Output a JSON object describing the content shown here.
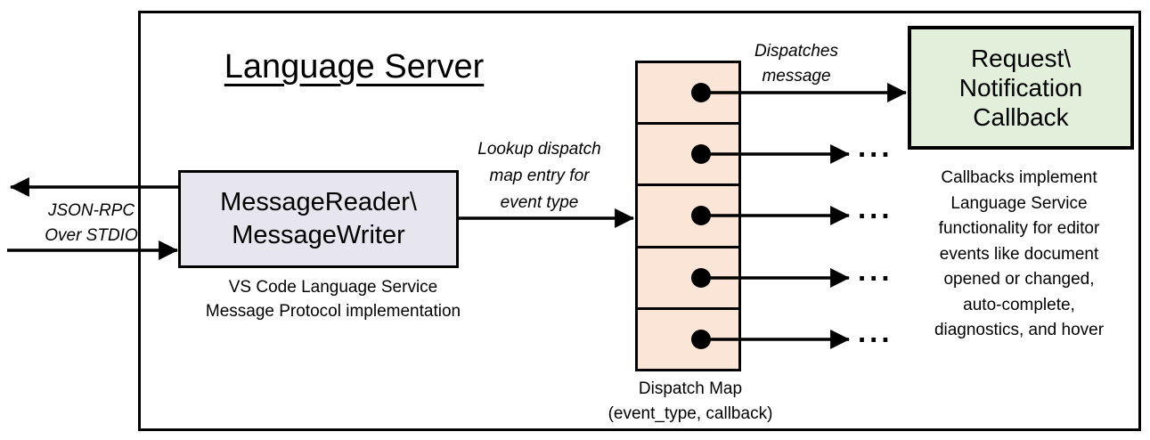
{
  "title": "Language Server",
  "colors": {
    "stroke": "#000000",
    "reader_fill": "#E7E6EE",
    "dispatch_map_fill": "#FBE5D6",
    "callback_fill": "#E2EFDA",
    "background": "#FFFFFF"
  },
  "labels": {
    "io": "JSON-RPC\nOver STDIO",
    "lookup": "Lookup dispatch\nmap entry for\nevent type",
    "dispatches": "Dispatches\nmessage",
    "ellipsis": "..."
  },
  "nodes": {
    "reader": {
      "label": "MessageReader\\\nMessageWriter",
      "caption": "VS Code Language Service\nMessage Protocol implementation"
    },
    "dispatch_map": {
      "entries": 5,
      "caption": "Dispatch Map\n(event_type, callback)"
    },
    "callback": {
      "label": "Request\\\nNotification\nCallback",
      "caption": "Callbacks implement\nLanguage Service\nfunctionality for editor\nevents like document\nopened or changed,\nauto-complete,\ndiagnostics, and hover"
    }
  }
}
